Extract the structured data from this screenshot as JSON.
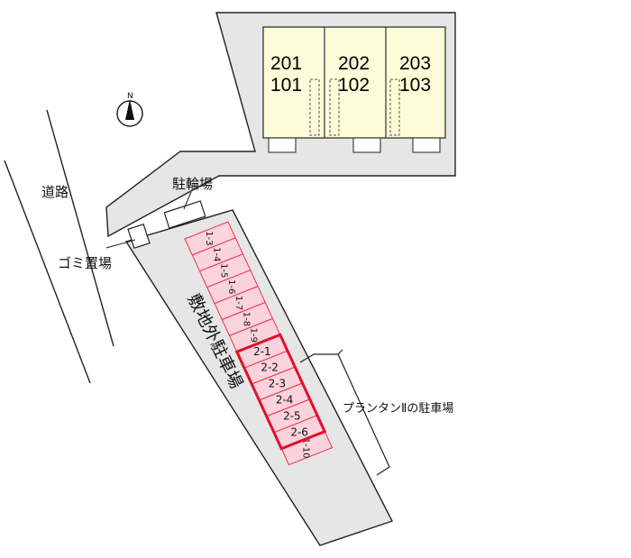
{
  "compass": {
    "north_label": "N"
  },
  "labels": {
    "road": "道路",
    "garbage": "ゴミ置場",
    "bicycle": "駐輪場",
    "offsite_parking": "敷地外駐車場",
    "plantan_parking": "プランタンⅡの駐車場"
  },
  "units": {
    "upper": [
      "201",
      "202",
      "203"
    ],
    "lower": [
      "101",
      "102",
      "103"
    ]
  },
  "parking_slots_offsite": [
    "1-3",
    "1-4",
    "1-5",
    "1-6",
    "1-7",
    "1-8",
    "1-9"
  ],
  "parking_slots_plantan": [
    "2-1",
    "2-2",
    "2-3",
    "2-4",
    "2-5",
    "2-6"
  ],
  "parking_slot_last": "1-10",
  "colors": {
    "building_fill": "#fdfbd8",
    "lot_fill": "#e6e6e6",
    "slot_fill": "#fbd3dd",
    "slot_stroke": "#e8344a",
    "highlight_stroke": "#e0102a"
  }
}
